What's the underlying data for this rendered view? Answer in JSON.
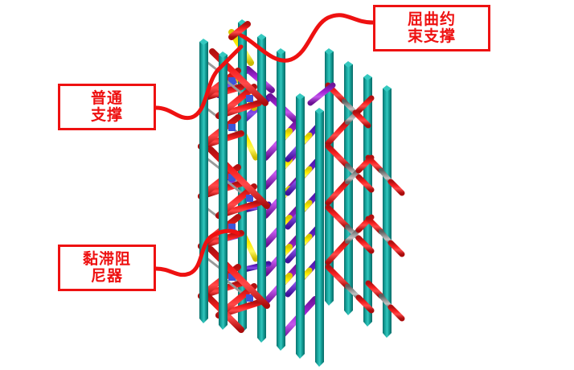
{
  "diagram": {
    "kind": "3d-structural-frame",
    "description": "3D steel frame elevation showing three lateral-load resisting systems",
    "background_color": "#ffffff"
  },
  "callouts": [
    {
      "id": "brb",
      "name": "buckling-restrained-brace",
      "line1": "屈曲约",
      "line2": "束支撑",
      "full_text": "屈曲约束支撑",
      "box_color": "#ee1111",
      "text_color": "#ee1111",
      "leader_color": "#ee1111",
      "position": "top-right"
    },
    {
      "id": "ordinary",
      "name": "ordinary-brace",
      "line1": "普通",
      "line2": "支撑",
      "full_text": "普通支撑",
      "box_color": "#ee1111",
      "text_color": "#ee1111",
      "leader_color": "#ee1111",
      "position": "mid-left"
    },
    {
      "id": "damper",
      "name": "viscous-damper",
      "line1": "黏滞阻",
      "line2": "尼器",
      "full_text": "黏滞阻尼器",
      "box_color": "#ee1111",
      "text_color": "#ee1111",
      "leader_color": "#ee1111",
      "position": "lower-left"
    }
  ],
  "palette": {
    "column_teal": "#109a95",
    "column_teal_dark": "#0a6f6b",
    "column_teal_light": "#2fc0b8",
    "brace_red": "#ee1b1b",
    "brace_red_dark": "#b21010",
    "brb_purple": "#a324d6",
    "brb_purple_dark": "#7a189f",
    "brb_violet": "#6a26cf",
    "brb_core_yellow": "#ffee00",
    "damper_gray": "#8d8d8d",
    "damper_gray_dark": "#5e5e5e",
    "node_blue": "#3a57d8",
    "outline": "#ee1111"
  },
  "legend_meaning": {
    "teal_members": "钢柱 / 框架柱 (steel columns)",
    "red_diagonals": "支撑构件 (brace members)",
    "purple_yellow_diagonals": "屈曲约束支撑 (BRB with yellow core)",
    "gray_cylinders": "黏滞阻尼器缸体 (viscous damper cylinder)"
  }
}
